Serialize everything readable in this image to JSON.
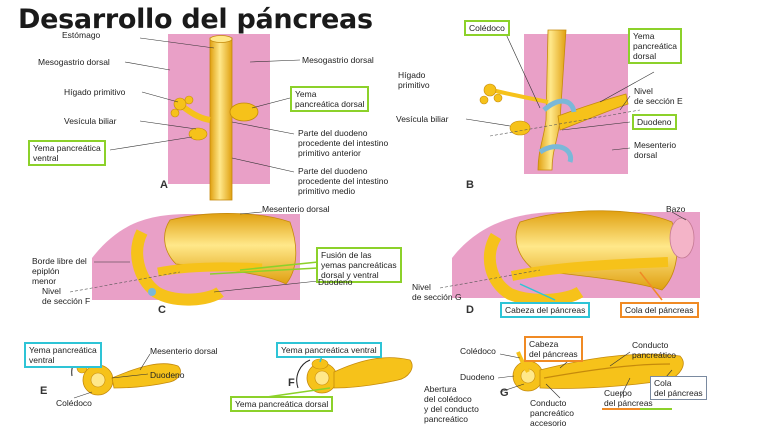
{
  "title": "Desarrollo del páncreas",
  "colors": {
    "mesentery": "#e9a0c7",
    "organ": "#f6c21a",
    "organ_light": "#ffe88a",
    "vessel": "#7ab8d8",
    "box_green": "#8cd12a",
    "box_cyan": "#2ec4d6",
    "box_orange": "#f08a24",
    "annotation_underline_orange": "#f08a24",
    "annotation_underline_green": "#8cd12a"
  },
  "panels": {
    "A": {
      "letter": "A",
      "labels": {
        "estomago": "Estómago",
        "mesogastrio_dorsal_left": "Mesogastrio dorsal",
        "mesogastrio_dorsal_right": "Mesogastrio dorsal",
        "higado_primitivo": "Hígado primitivo",
        "vesicula_biliar": "Vesícula biliar",
        "yema_pancreatica_ventral": "Yema pancreática\nventral",
        "yema_pancreatica_dorsal": "Yema\npancreática dorsal",
        "duodeno_anterior": "Parte del duodeno\nprocedente del intestino\nprimitivo anterior",
        "duodeno_medio": "Parte del duodeno\nprocedente del intestino\nprimitivo medio"
      }
    },
    "B": {
      "letter": "B",
      "labels": {
        "coledoco": "Colédoco",
        "higado_primitivo": "Hígado\nprimitivo",
        "vesicula_biliar": "Vesícula biliar",
        "yema_pancreatica_dorsal": "Yema\npancreática\ndorsal",
        "nivel_seccion": "Nivel\nde sección E",
        "duodeno": "Duodeno",
        "mesenterio_dorsal": "Mesenterio\ndorsal"
      }
    },
    "C": {
      "letter": "C",
      "labels": {
        "mesenterio_dorsal": "Mesenterio dorsal",
        "borde_libre": "Borde libre del\nepiplón\nmenor",
        "nivel_seccion": "Nivel\nde sección F",
        "fusion": "Fusión de las\nyemas pancreáticas\ndorsal y ventral",
        "duodeno": "Duodeno"
      }
    },
    "D": {
      "letter": "D",
      "labels": {
        "bazo": "Bazo",
        "nivel_seccion": "Nivel\nde sección G",
        "cabeza_pancreas": "Cabeza del páncreas",
        "cola_pancreas": "Cola del páncreas"
      }
    },
    "E": {
      "letter": "E",
      "labels": {
        "yema_pancreatica_ventral": "Yema pancreática\nventral",
        "mesenterio_dorsal": "Mesenterio dorsal",
        "duodeno": "Duodeno",
        "coledoco": "Colédoco"
      }
    },
    "F": {
      "letter": "F",
      "labels": {
        "yema_pancreatica_ventral": "Yema pancreática ventral",
        "yema_pancreatica_dorsal": "Yema pancreática dorsal"
      }
    },
    "G": {
      "letter": "G",
      "labels": {
        "coledoco": "Colédoco",
        "cabeza_pancreas": "Cabeza\ndel páncreas",
        "conducto_pancreatico": "Conducto\npancreático",
        "duodeno": "Duodeno",
        "abertura": "Abertura\ndel colédoco\ny del conducto\npancreático",
        "conducto_accesorio": "Conducto\npancreático\naccesorio",
        "cuerpo_pancreas": "Cuerpo\ndel páncreas",
        "cola_pancreas": "Cola\ndel páncreas"
      }
    }
  }
}
